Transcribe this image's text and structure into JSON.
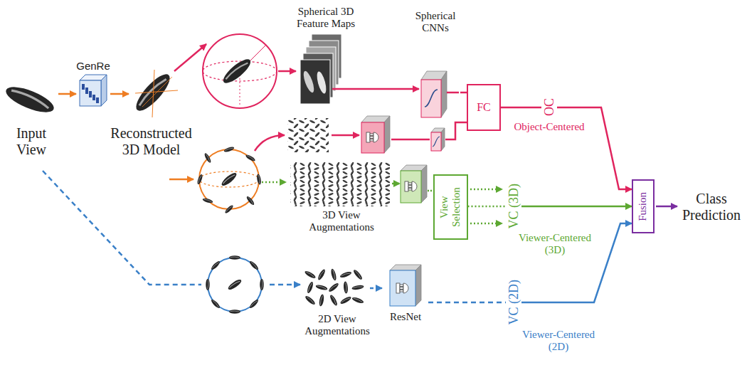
{
  "diagram": {
    "nodes": [
      {
        "text": [
          "GenRe"
        ]
      },
      {
        "text": [
          "Spherical CNNs"
        ]
      },
      {
        "text": [
          "FC"
        ]
      },
      {
        "text": [
          "View Selection"
        ]
      },
      {
        "text": [
          "ResNet"
        ]
      },
      {
        "text": [
          "Fusion"
        ]
      }
    ],
    "edges": [
      {
        "from": 1,
        "to": 2,
        "arrow": "none"
      },
      {
        "from": 2,
        "to": 5,
        "label": "OC",
        "arrow": "to"
      },
      {
        "from": 3,
        "to": 5,
        "label": "VC (3D)",
        "arrow": "to"
      },
      {
        "from": 4,
        "to": 5,
        "label": "VC (2D)",
        "arrow": "to"
      }
    ],
    "labels": [
      "Spherical 3D Feature Maps",
      "Input View",
      "Reconstructed 3D Model",
      "Object-Centered",
      "3D View Augmentations",
      "Viewer-Centered (3D)",
      "Class Prediction",
      "2D View Augmentations",
      "Viewer-Centered (2D)"
    ]
  }
}
